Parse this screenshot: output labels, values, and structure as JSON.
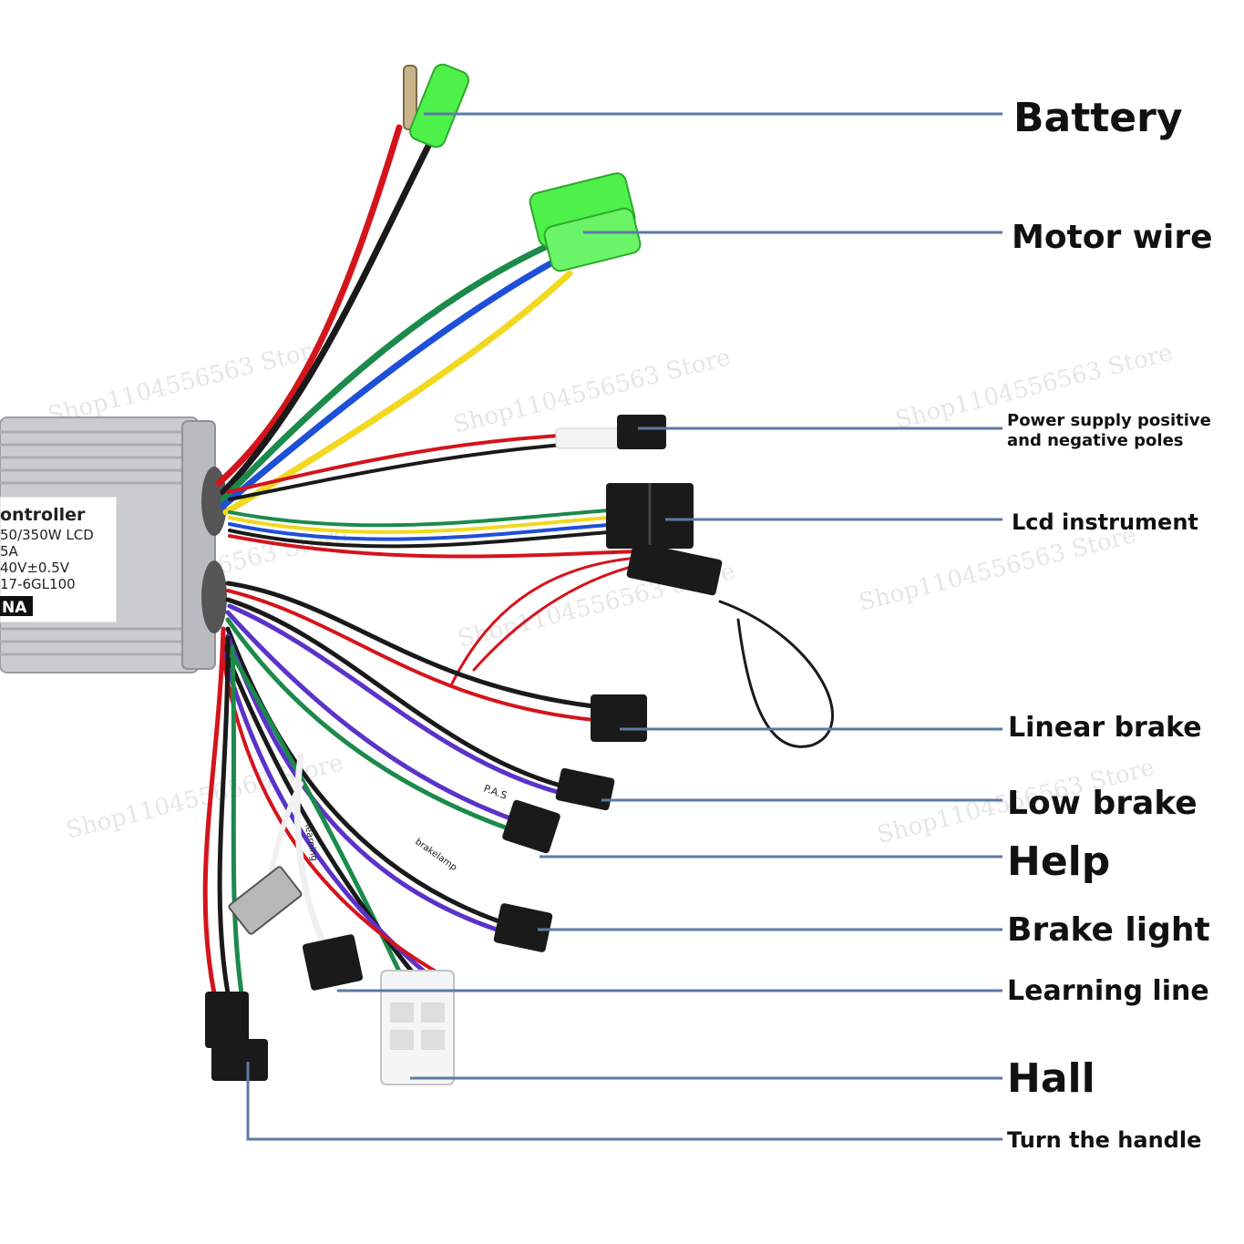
{
  "controller": {
    "name": "ontroller",
    "spec_line_1": "50/350W  LCD",
    "spec_line_2": "5A",
    "spec_line_3": "40V±0.5V",
    "spec_line_4": "17-6GL100",
    "brand": "NA"
  },
  "watermark": "Shop1104556563 Store",
  "wire_tags": {
    "pas": "P.A.S",
    "learning": "learning",
    "brake_lamp": "brakelamp"
  },
  "labels": {
    "battery": "Battery",
    "motor_wire": "Motor wire",
    "power_supply": [
      "Power supply positive",
      "and negative poles"
    ],
    "lcd_instrument": "Lcd instrument",
    "linear_brake": "Linear brake",
    "low_brake": "Low brake",
    "help": "Help",
    "brake_light": "Brake light",
    "learning_line": "Learning line",
    "hall": "Hall",
    "turn_handle": "Turn the handle"
  },
  "colors": {
    "leader_line": "#5b7aa6",
    "green_connector": "#4ef04a",
    "red_wire": "#d4141c",
    "black_wire": "#1a1a1a",
    "blue_wire": "#1e4fd8",
    "yellow_wire": "#f2d81e",
    "green_wire": "#1c8a4a",
    "purple_wire": "#5b33c8",
    "controller_body": "#c9ccd0"
  }
}
